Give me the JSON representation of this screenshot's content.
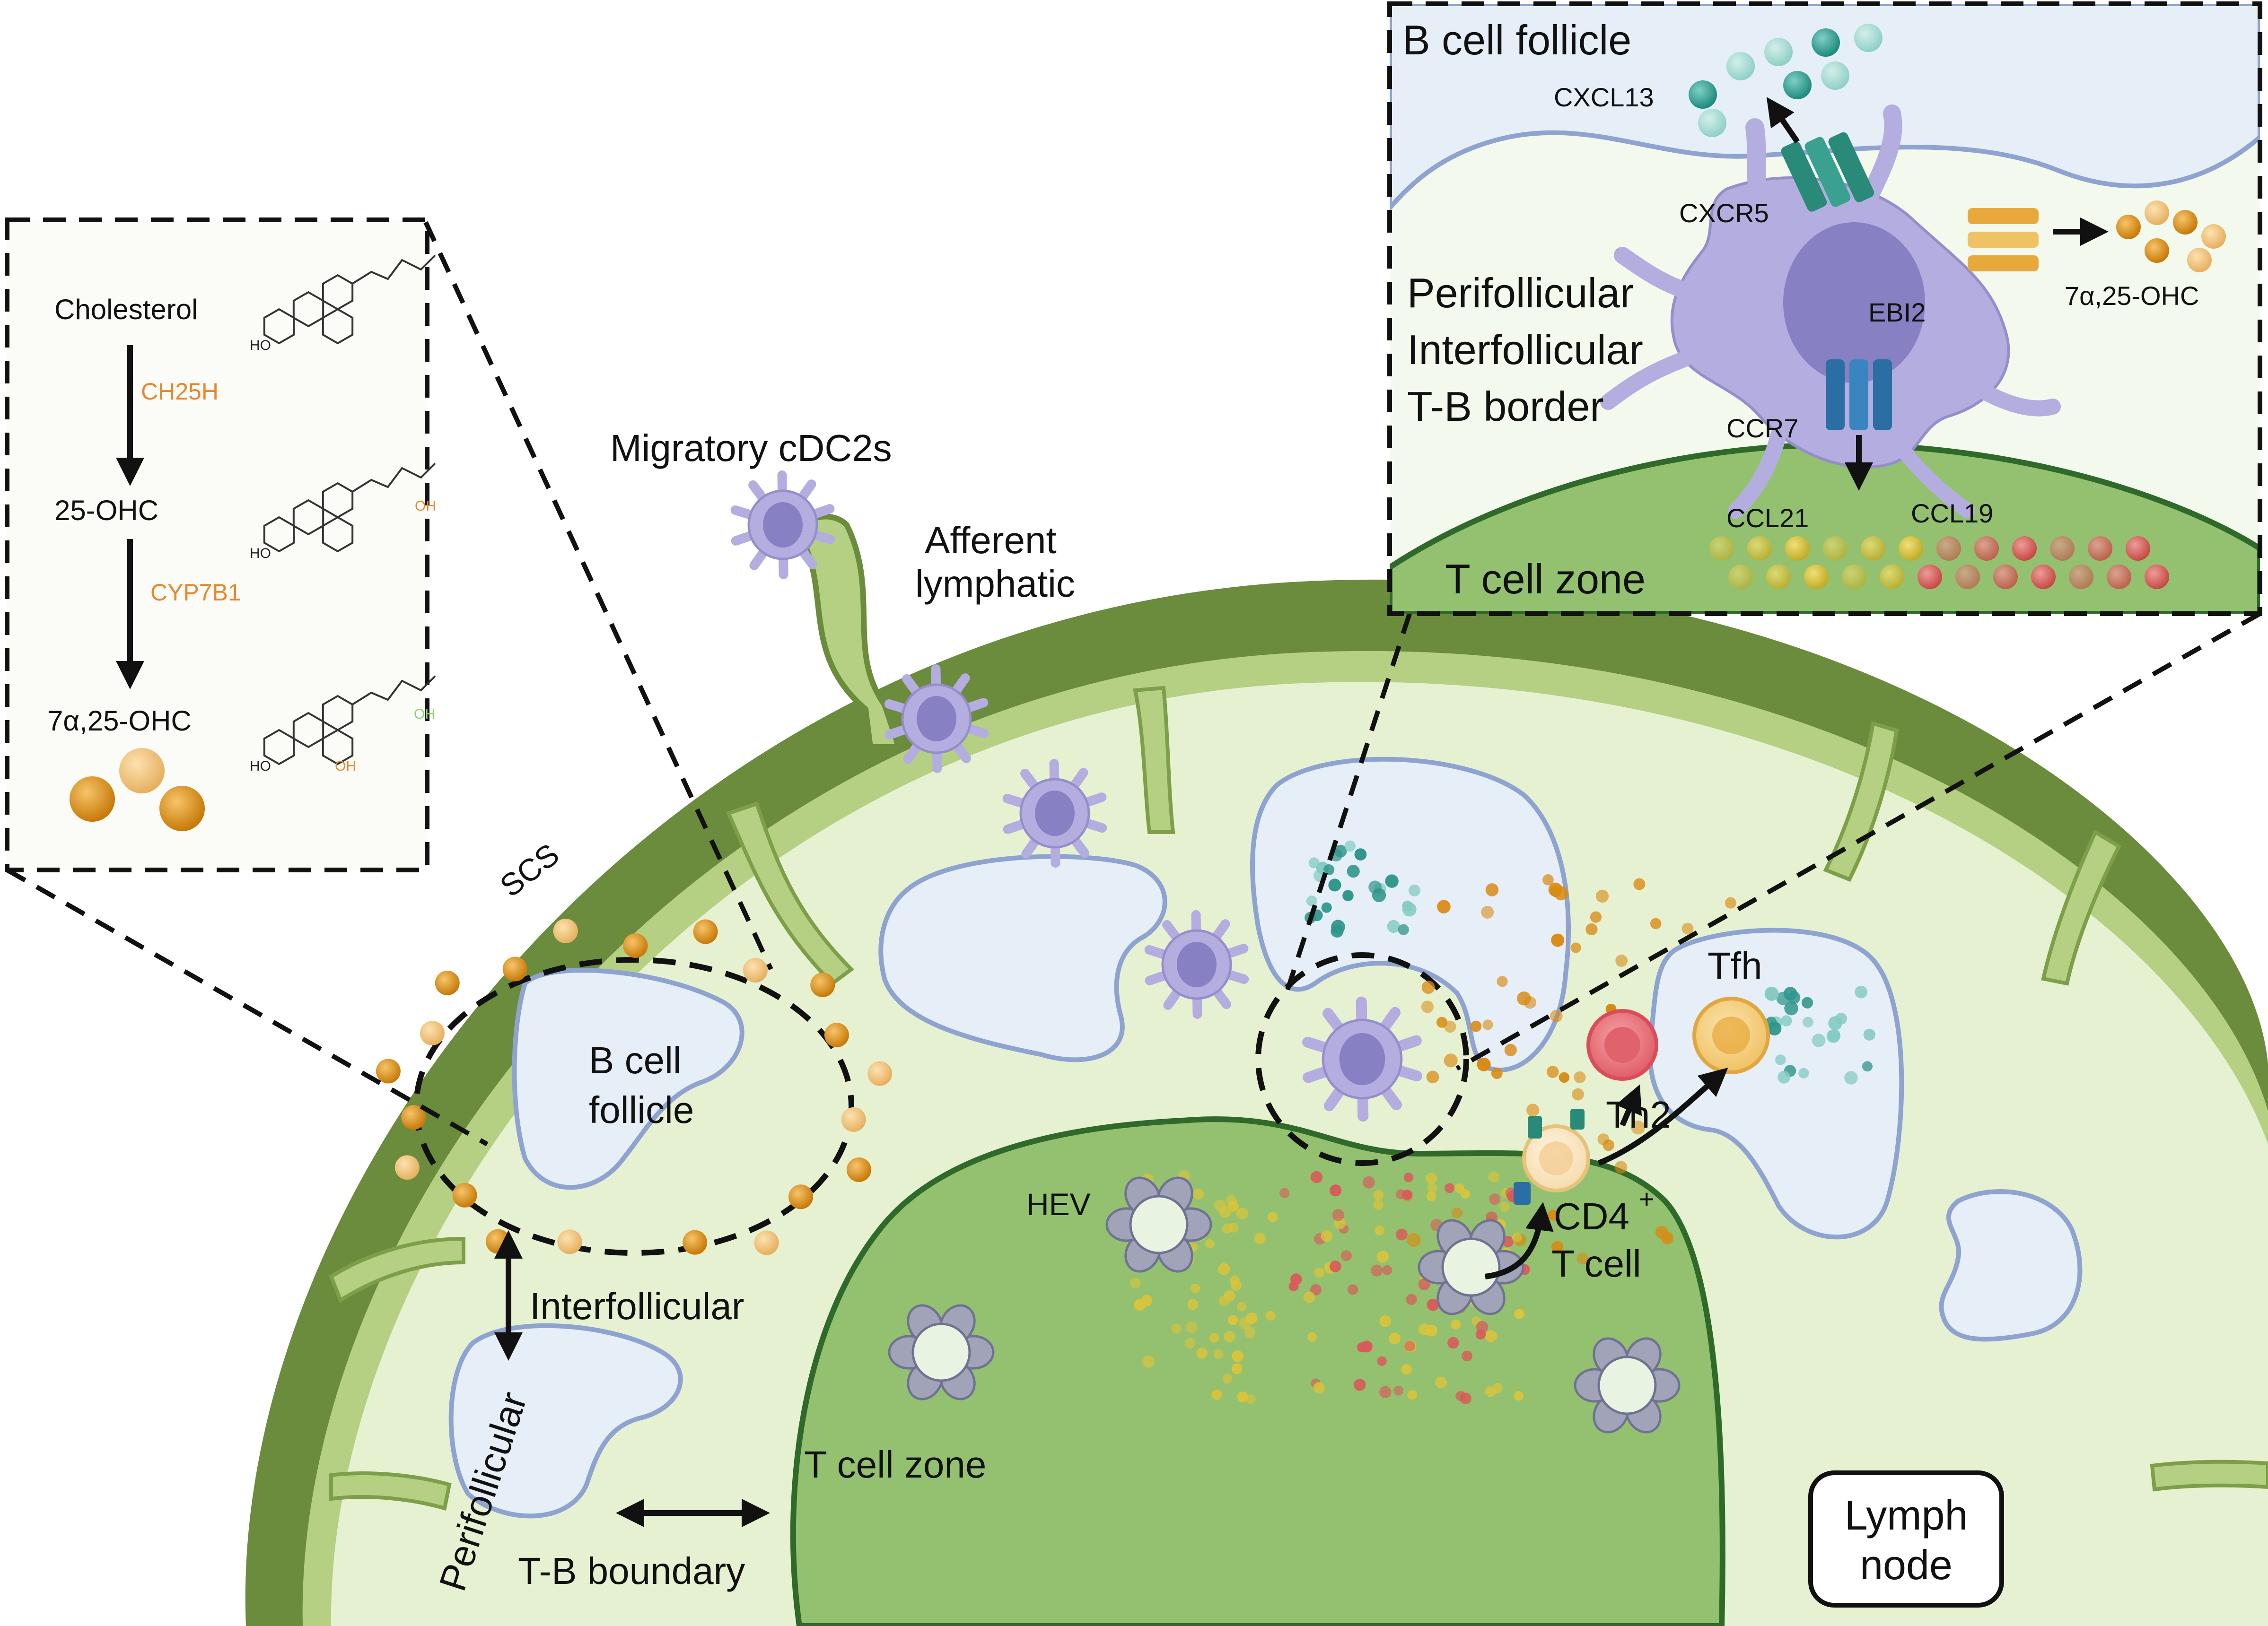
{
  "labels": {
    "migratory_cdc2s": "Migratory cDC2s",
    "afferent_line1": "Afferent",
    "afferent_line2": "lymphatic",
    "scs": "SCS",
    "b_follicle_line1": "B cell",
    "b_follicle_line2": "follicle",
    "interfollicular": "Interfollicular",
    "perifollicular": "Perifollicular",
    "tb_boundary": "T-B boundary",
    "t_cell_zone": "T cell zone",
    "hev": "HEV",
    "tfh": "Tfh",
    "th2": "Th2",
    "cd4_line1": "CD4",
    "cd4_sup": "+",
    "cd4_line2": "T cell",
    "lymph_line1": "Lymph",
    "lymph_line2": "node"
  },
  "pathway": {
    "cholesterol": "Cholesterol",
    "enzyme1": "CH25H",
    "ohc25": "25-OHC",
    "enzyme2": "CYP7B1",
    "ohc7a25": "7α,25-OHC",
    "oh": "OH",
    "ho": "HO"
  },
  "inset": {
    "b_follicle": "B cell follicle",
    "cxcl13": "CXCL13",
    "cxcr5": "CXCR5",
    "region_line1": "Perifollicular",
    "region_line2": "Interfollicular",
    "region_line3": "T-B border",
    "ebi2": "EBI2",
    "ohc": "7α,25-OHC",
    "ccr7": "CCR7",
    "ccl21": "CCL21",
    "ccl19": "CCL19",
    "t_cell_zone": "T cell zone"
  },
  "colors": {
    "capsule_dark": "#6a8c3c",
    "capsule_light": "#b5cf83",
    "interior": "#e6f1d2",
    "t_zone": "#93c16f",
    "t_zone_edge": "#2f6a2a",
    "follicle": "#e6eef8",
    "follicle_edge": "#8ea3d0",
    "dc_body": "#b4addf",
    "dc_nucleus": "#8781c4",
    "ohc_orange": "#d98a12",
    "cxcl13_teal": "#3a9e93",
    "ccl21_yellow": "#dcc43a",
    "ccl19_red": "#d95a5a",
    "enzyme_text": "#e8872c"
  }
}
